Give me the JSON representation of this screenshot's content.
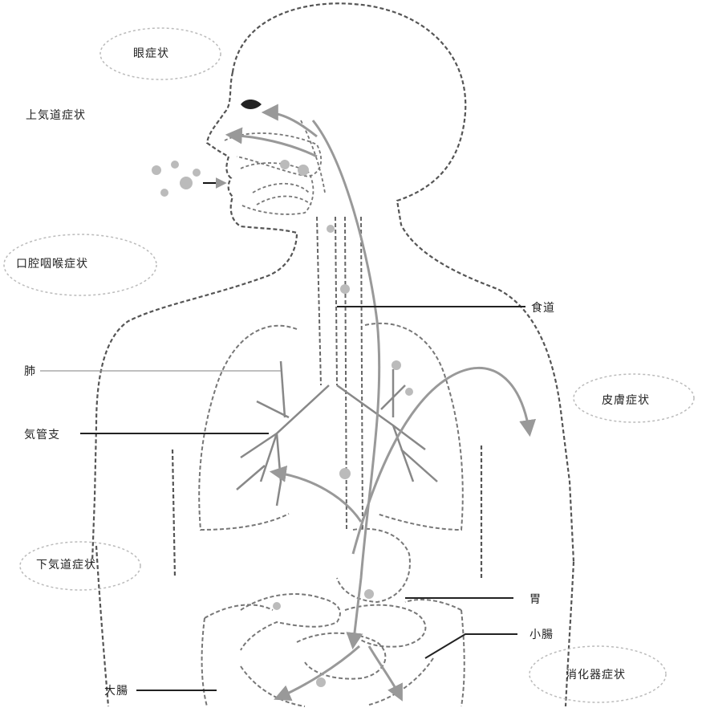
{
  "labels": {
    "eye_symptoms": "眼症状",
    "upper_respiratory": "上気道症状",
    "ent_symptoms": "口腔咽喉症状",
    "lung": "肺",
    "bronchus": "気管支",
    "lower_respiratory": "下気道症状",
    "large_intestine": "大腸",
    "esophagus": "食道",
    "skin_symptoms": "皮膚症状",
    "stomach": "胃",
    "small_intestine": "小腸",
    "digestive_symptoms": "消化器症状"
  },
  "colors": {
    "outline": "#555555",
    "organ": "#777777",
    "arrow": "#999999",
    "leader": "#222222",
    "particle": "#bbbbbb"
  }
}
